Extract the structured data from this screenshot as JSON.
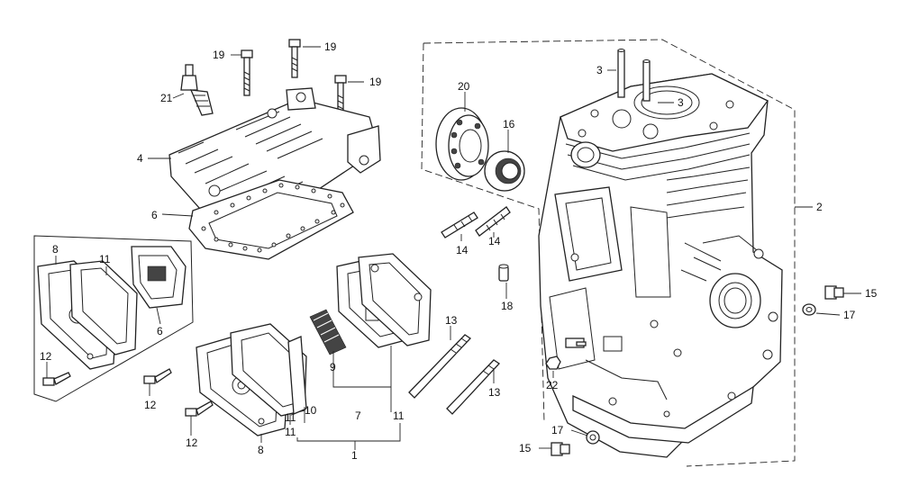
{
  "labels": {
    "l1": "1",
    "l2": "2",
    "l3a": "3",
    "l3b": "3",
    "l4": "4",
    "l6a": "6",
    "l6b": "6",
    "l7": "7",
    "l8a": "8",
    "l8b": "8",
    "l9": "9",
    "l10": "10",
    "l11a": "11",
    "l11b": "11",
    "l11c": "11",
    "l11d": "11",
    "l12a": "12",
    "l12b": "12",
    "l12c": "12",
    "l13a": "13",
    "l13b": "13",
    "l14a": "14",
    "l14b": "14",
    "l15a": "15",
    "l15b": "15",
    "l16": "16",
    "l17a": "17",
    "l17b": "17",
    "l18": "18",
    "l19a": "19",
    "l19b": "19",
    "l19c": "19",
    "l20": "20",
    "l21": "21",
    "l22": "22"
  }
}
